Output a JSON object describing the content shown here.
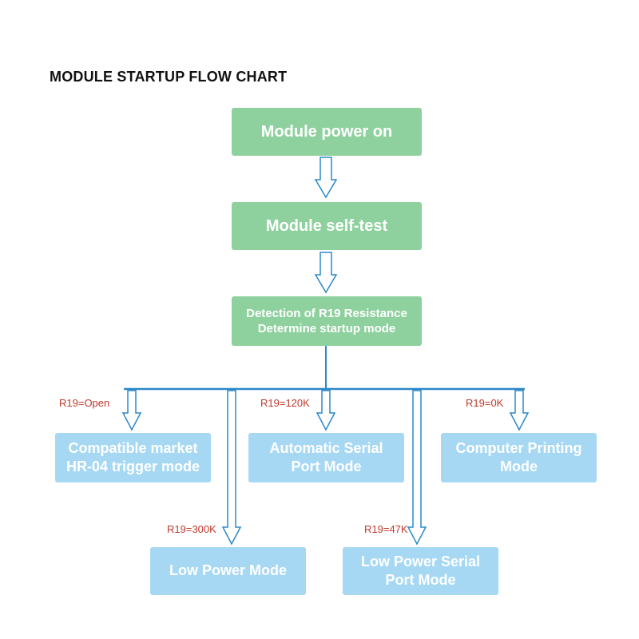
{
  "title": "MODULE STARTUP FLOW CHART",
  "colors": {
    "process": "#8fd19e",
    "mode": "#a6d8f4",
    "line": "#2b88c8",
    "label": "#c0392b"
  },
  "steps": [
    {
      "label": "Module power on"
    },
    {
      "label": "Module self-test"
    },
    {
      "line1": "Detection of R19 Resistance",
      "line2": "Determine startup mode"
    }
  ],
  "modes": [
    {
      "condition": "R19=Open",
      "line1": "Compatible market",
      "line2": "HR-04 trigger mode"
    },
    {
      "condition": "R19=120K",
      "line1": "Automatic Serial",
      "line2": "Port Mode"
    },
    {
      "condition": "R19=0K",
      "line1": "Computer Printing",
      "line2": "Mode"
    },
    {
      "condition": "R19=300K",
      "line1": "Low Power Mode"
    },
    {
      "condition": "R19=47K",
      "line1": "Low Power Serial",
      "line2": "Port Mode"
    }
  ]
}
